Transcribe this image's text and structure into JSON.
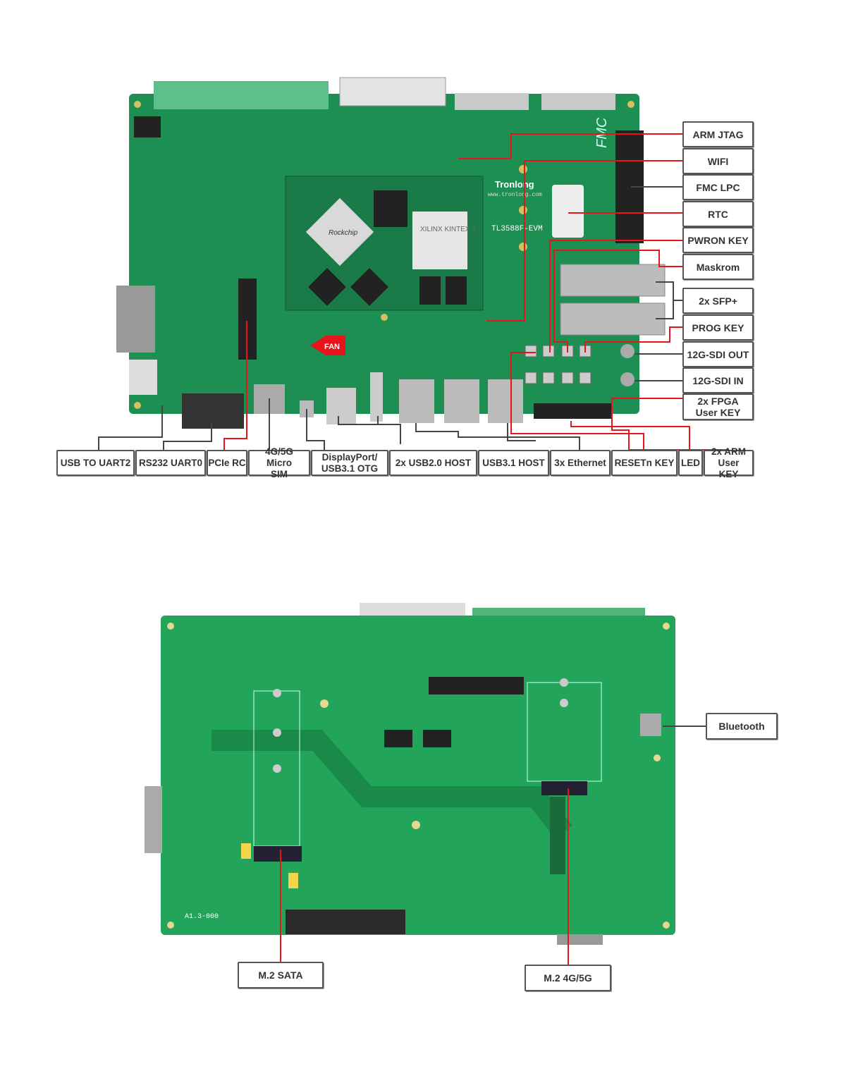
{
  "top_board": {
    "brand": "Tronlong",
    "website": "www.tronlong.com",
    "model": "TL3588F-EVM",
    "fpga_chip": "XILINX KINTEX-7",
    "soc_chip": "Rockchip",
    "fmc_mark": "FMC",
    "fan_label": "FAN",
    "right_labels": [
      "ARM JTAG",
      "WIFI",
      "FMC LPC",
      "RTC",
      "PWRON KEY",
      "Maskrom",
      "2x SFP+",
      "PROG KEY",
      "12G-SDI OUT",
      "12G-SDI IN",
      "2x FPGA User KEY"
    ],
    "bottom_labels": [
      "USB TO UART2",
      "RS232 UART0",
      "PCIe RC",
      "4G/5G Micro SIM",
      "DisplayPort/ USB3.1 OTG",
      "2x USB2.0 HOST",
      "USB3.1 HOST",
      "3x Ethernet",
      "RESETn KEY",
      "LED",
      "2x ARM User KEY"
    ]
  },
  "bottom_board": {
    "version": "A1.3-000",
    "labels": [
      "Bluetooth",
      "M.2 SATA",
      "M.2 4G/5G"
    ]
  },
  "colors": {
    "pcb": "#1f9a55",
    "pcb_dark": "#127a40",
    "leader_red": "#e8141b",
    "leader_gray": "#444444"
  }
}
